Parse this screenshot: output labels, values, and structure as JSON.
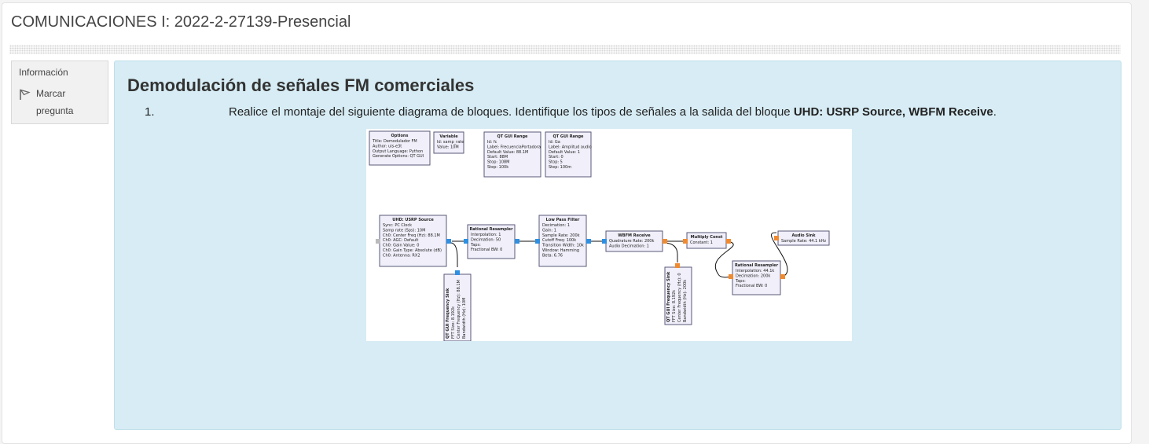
{
  "course": {
    "title": "COMUNICACIONES I: 2022-2-27139-Presencial"
  },
  "info": {
    "label": "Información",
    "flag_label": "Marcar pregunta"
  },
  "question": {
    "heading": "Demodulación de señales FM comerciales",
    "number": "1.",
    "text_before": "Realice el montaje del siguiente diagrama de bloques. Identifique los tipos de señales a la salida del bloque ",
    "text_bold": "UHD: USRP Source, WBFM Receive",
    "text_after": "."
  },
  "diagram": {
    "options": {
      "title": "Options",
      "lines": [
        "Title: Demodulador FM",
        "Author: uis-e3t",
        "Output Language: Python",
        "Generate Options: QT GUI"
      ]
    },
    "variable": {
      "title": "Variable",
      "lines": [
        "Id: samp_rate",
        "Value: 10M"
      ]
    },
    "range_fc": {
      "title": "QT GUI Range",
      "lines": [
        "Id: fc",
        "Label: FrecuenciaPortadora",
        "Default Value: 88.1M",
        "Start: 88M",
        "Stop: 108M",
        "Step: 100k"
      ]
    },
    "range_ga": {
      "title": "QT GUI Range",
      "lines": [
        "Id: Ga",
        "Label: Amplitud audio",
        "Default Value: 1",
        "Start: 0",
        "Stop: 5",
        "Step: 100m"
      ]
    },
    "usrp": {
      "title": "UHD: USRP Source",
      "lines": [
        "Sync: PC Clock",
        "Samp rate (Sps): 10M",
        "Ch0: Center Freq (Hz): 88.1M",
        "Ch0: AGC: Default",
        "Ch0: Gain Value: 0",
        "Ch0: Gain Type: Absolute (dB)",
        "Ch0: Antenna: RX2"
      ]
    },
    "resampler1": {
      "title": "Rational Resampler",
      "lines": [
        "Interpolation: 1",
        "Decimation: 50",
        "Taps:",
        "Fractional BW: 0"
      ]
    },
    "lpf": {
      "title": "Low Pass Filter",
      "lines": [
        "Decimation: 1",
        "Gain: 1",
        "Sample Rate: 200k",
        "Cutoff Freq: 100k",
        "Transition Width: 10k",
        "Window: Hamming",
        "Beta: 6.76"
      ]
    },
    "wbfm": {
      "title": "WBFM Receive",
      "lines": [
        "Quadrature Rate: 200k",
        "Audio Decimation: 1"
      ]
    },
    "multiply": {
      "title": "Multiply Const",
      "lines": [
        "Constant: 1"
      ]
    },
    "resampler2": {
      "title": "Rational Resampler",
      "lines": [
        "Interpolation: 44.1k",
        "Decimation: 200k",
        "Taps:",
        "Fractional BW: 0"
      ]
    },
    "audio": {
      "title": "Audio Sink",
      "lines": [
        "Sample Rate: 44.1 kHz"
      ]
    },
    "sink1": {
      "title": "QT GUI Frequency Sink",
      "lines": [
        "FFT Size: 8.192k",
        "Center Frequency (Hz): 88.1M",
        "Bandwidth (Hz): 10M"
      ]
    },
    "sink2": {
      "title": "QT GUI Frequency Sink",
      "lines": [
        "FFT Size: 8.192k",
        "Center Frequency (Hz): 0",
        "Bandwidth (Hz): 200k"
      ]
    }
  }
}
